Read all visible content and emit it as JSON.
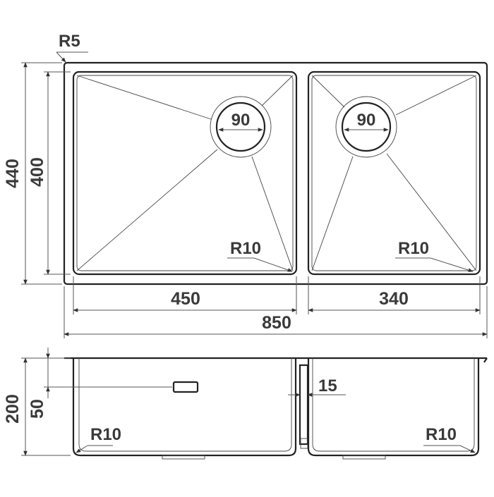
{
  "drawing": {
    "top_view": {
      "corner_radius_label": "R5",
      "overall_depth_label": "440",
      "bowl_depth_label": "400",
      "left_drain_label": "90",
      "right_drain_label": "90",
      "left_bowl_radius_label": "R10",
      "right_bowl_radius_label": "R10",
      "left_bowl_width_label": "450",
      "right_bowl_width_label": "340",
      "overall_width_label": "850"
    },
    "side_view": {
      "height_label": "200",
      "overflow_height_label": "50",
      "divider_thickness_label": "15",
      "left_bottom_radius_label": "R10",
      "right_bottom_radius_label": "R10"
    }
  }
}
